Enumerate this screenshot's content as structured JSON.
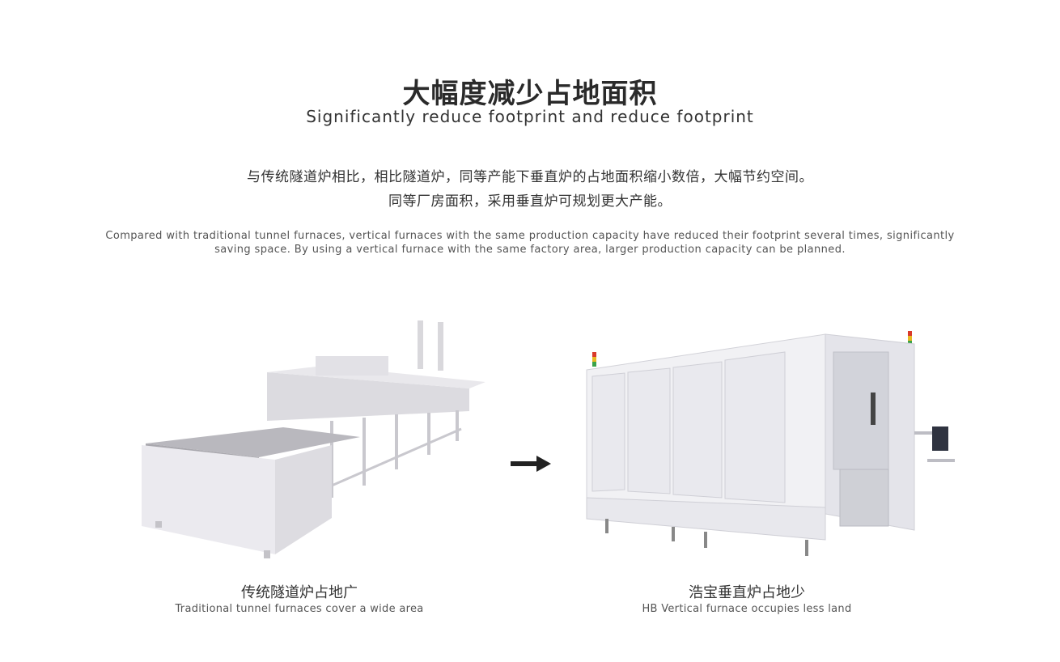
{
  "header": {
    "title_cn": "大幅度减少占地面积",
    "title_en": "Significantly reduce footprint and reduce footprint"
  },
  "description": {
    "cn_line1": "与传统隧道炉相比，相比隧道炉，同等产能下垂直炉的占地面积缩小数倍，大幅节约空间。",
    "cn_line2": "同等厂房面积，采用垂直炉可规划更大产能。",
    "en_line1": "Compared with traditional tunnel furnaces, vertical furnaces with the same production capacity have reduced their footprint several times, significantly",
    "en_line2": "saving space. By using a vertical furnace with the same factory area, larger production capacity can be planned."
  },
  "comparison": {
    "left": {
      "caption_cn": "传统隧道炉占地广",
      "caption_en": "Traditional tunnel furnaces cover a wide area"
    },
    "right": {
      "caption_cn": "浩宝垂直炉占地少",
      "caption_en": "HB Vertical furnace occupies less land"
    },
    "arrow_icon": "arrow-right-icon"
  }
}
